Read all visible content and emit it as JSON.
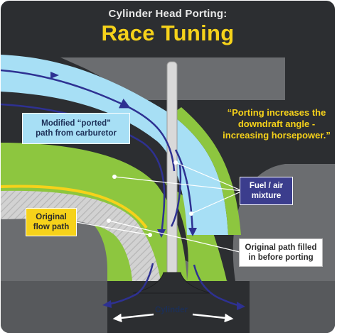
{
  "header": {
    "subtitle": "Cylinder Head Porting:",
    "title": "Race Tuning"
  },
  "quote": "“Porting increases the downdraft angle - increasing horsepower.”",
  "labels": {
    "ported_path": "Modified “ported”\npath from carburetor",
    "fuel_air": "Fuel / air\nmixture",
    "original_flow": "Original\nflow path",
    "filled_path": "Original path filled\nin before porting",
    "cylinder": "Cylinder"
  },
  "colors": {
    "background": "#2c2e31",
    "accent": "#f6d21a",
    "ported_flow": "#a7dff5",
    "filled_area": "#8dc63f",
    "original_path": "#cfcfcf",
    "mixture_arrows": "#2e3192"
  }
}
